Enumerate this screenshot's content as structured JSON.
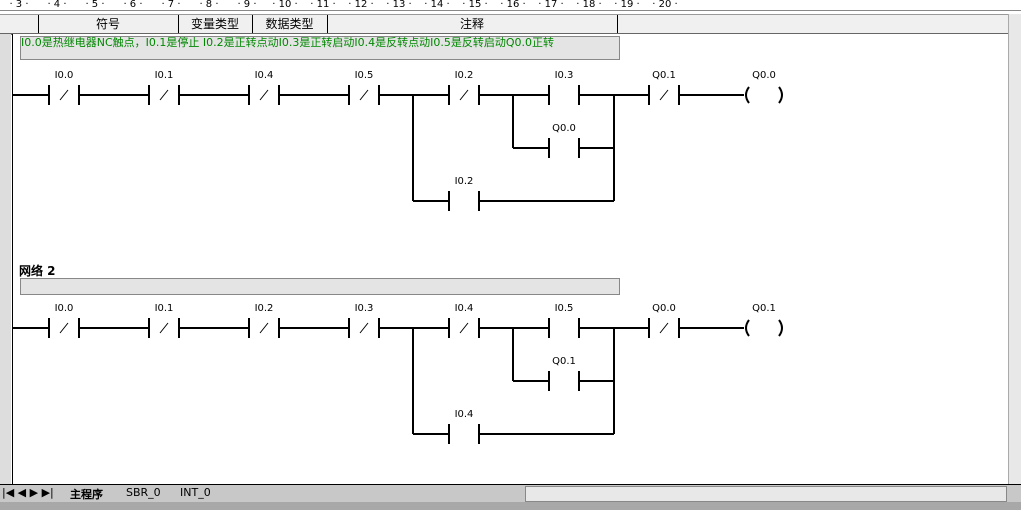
{
  "ruler": [
    "3",
    "4",
    "5",
    "6",
    "7",
    "8",
    "9",
    "10",
    "11",
    "12",
    "13",
    "14",
    "15",
    "16",
    "17",
    "18",
    "19",
    "20"
  ],
  "table_header": {
    "symbol": "符号",
    "var_type": "变量类型",
    "data_type": "数据类型",
    "comment": "注释"
  },
  "network1": {
    "comment": "I0.0是热继电器NC触点，I0.1是停止 I0.2是正转点动I0.3是正转启动I0.4是反转点动I0.5是反转启动Q0.0正转",
    "series": [
      {
        "label": "I0.0",
        "nc": true
      },
      {
        "label": "I0.1",
        "nc": true
      },
      {
        "label": "I0.4",
        "nc": true
      },
      {
        "label": "I0.5",
        "nc": true
      },
      {
        "label": "I0.2",
        "nc": true
      },
      {
        "label": "I0.3",
        "nc": false
      },
      {
        "label": "Q0.1",
        "nc": true
      }
    ],
    "hold": "Q0.0",
    "jog": "I0.2",
    "coil": "Q0.0"
  },
  "network2": {
    "title": "网络 2",
    "series": [
      {
        "label": "I0.0",
        "nc": true
      },
      {
        "label": "I0.1",
        "nc": true
      },
      {
        "label": "I0.2",
        "nc": true
      },
      {
        "label": "I0.3",
        "nc": true
      },
      {
        "label": "I0.4",
        "nc": true
      },
      {
        "label": "I0.5",
        "nc": false
      },
      {
        "label": "Q0.0",
        "nc": true
      }
    ],
    "hold": "Q0.1",
    "jog": "I0.4",
    "coil": "Q0.1"
  },
  "tabs": [
    "主程序",
    "SBR_0",
    "INT_0"
  ]
}
